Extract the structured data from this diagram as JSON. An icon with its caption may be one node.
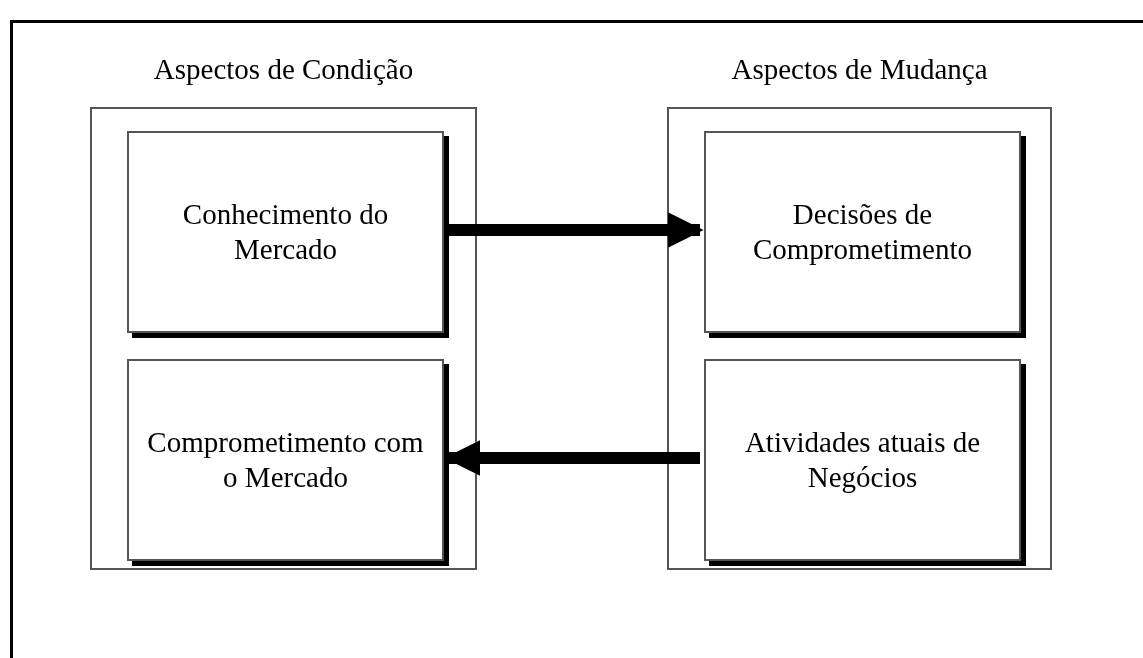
{
  "diagram": {
    "nodes": [
      {
        "text": [
          "Aspectos de Condição"
        ]
      },
      {
        "text": [
          "Conhecimento do Mercado"
        ],
        "in": 0
      },
      {
        "text": [
          "Comprometimento com o Mercado"
        ],
        "in": 0
      },
      {
        "text": [
          "Aspectos de Mudança"
        ]
      },
      {
        "text": [
          "Decisões de Comprometimento"
        ],
        "in": 3
      },
      {
        "text": [
          "Atividades atuais de Negócios"
        ],
        "in": 3
      }
    ],
    "edges": [
      {
        "from": 1,
        "to": 4,
        "arrow": "to"
      },
      {
        "from": 5,
        "to": 2,
        "arrow": "to"
      }
    ]
  }
}
